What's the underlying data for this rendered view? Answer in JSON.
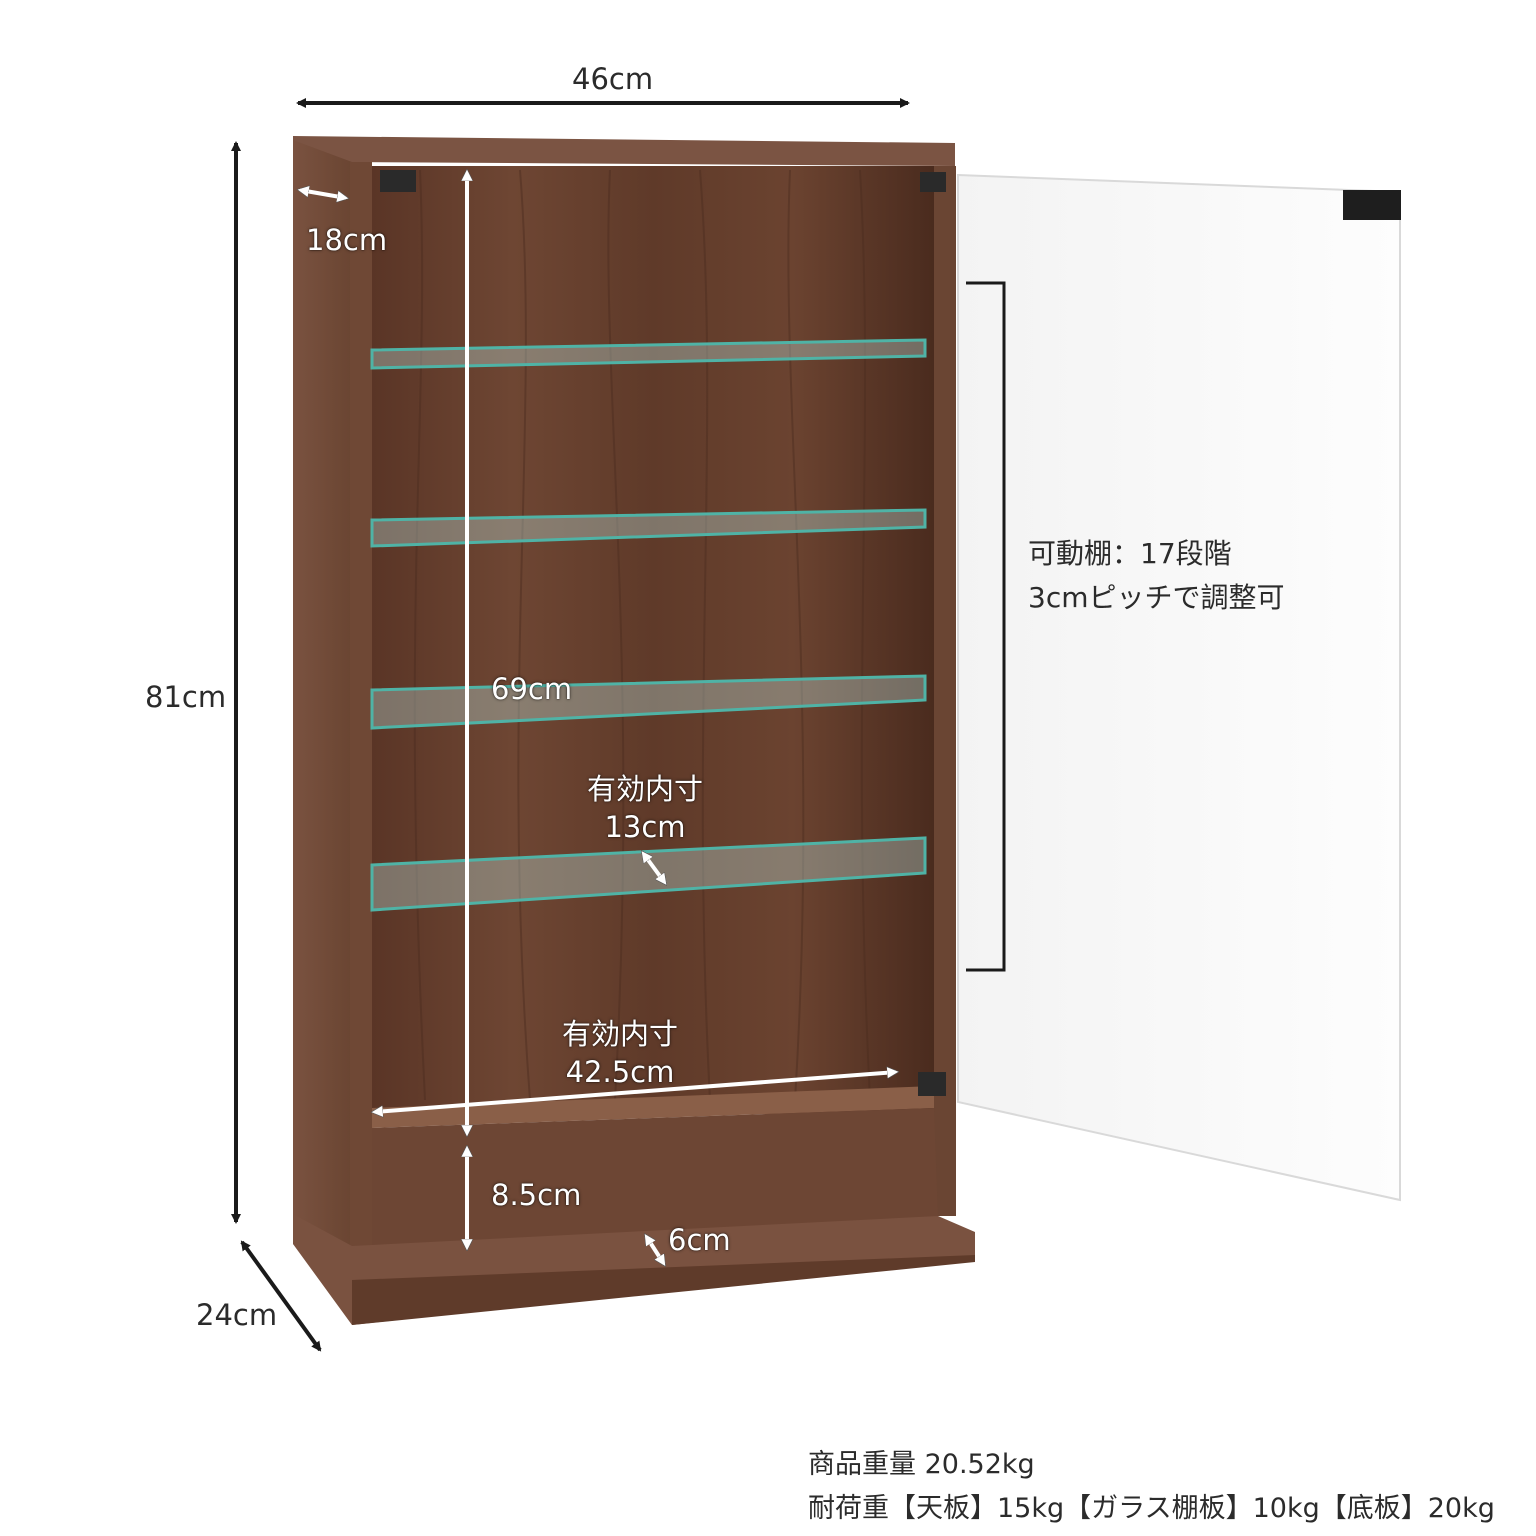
{
  "dimensions": {
    "width": "46cm",
    "height": "81cm",
    "depth": "24cm",
    "top_thickness": "18cm",
    "inner_height": "69cm",
    "shelf_gap_label": "有効内寸",
    "shelf_gap_value": "13cm",
    "inner_width_label": "有効内寸",
    "inner_width_value": "42.5cm",
    "base_height": "8.5cm",
    "base_depth": "6cm"
  },
  "shelf_note": {
    "line1": "可動棚：17段階",
    "line2": "3cmピッチで調整可"
  },
  "specs": {
    "weight": "商品重量 20.52kg",
    "load": "耐荷重【天板】15kg【ガラス棚板】10kg【底板】20kg"
  },
  "colors": {
    "wood": "#6a4532",
    "wood_dark": "#3f261a",
    "glass_edge": "#4fb3a6",
    "arrow": "#1a1a1a"
  }
}
